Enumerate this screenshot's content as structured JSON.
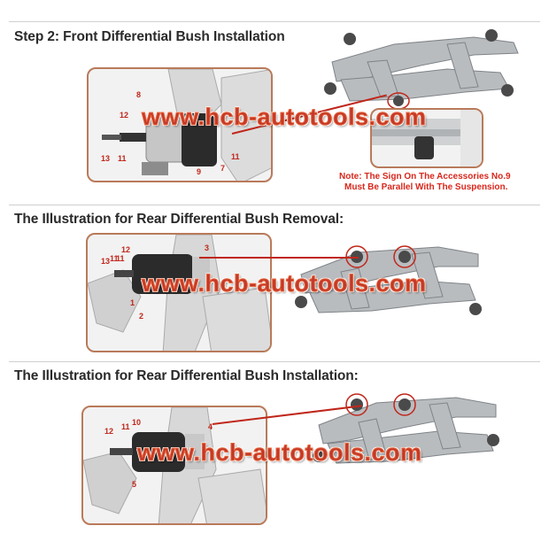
{
  "sections": [
    {
      "heading": "Step 2: Front Differential Bush Installation",
      "callouts": [
        "8",
        "12",
        "13",
        "11",
        "9",
        "7",
        "11"
      ],
      "note": {
        "line1": "Note: The Sign On The Accessories No.9",
        "line2": "Must Be Parallel With The Suspension."
      }
    },
    {
      "heading": "The Illustration for Rear Differential Bush Removal:",
      "callouts": [
        "12",
        "13",
        "11",
        "11",
        "3",
        "1",
        "2"
      ]
    },
    {
      "heading": "The Illustration for Rear Differential Bush Installation:",
      "callouts": [
        "12",
        "11",
        "10",
        "4",
        "5"
      ]
    }
  ],
  "watermark": "www.hcb-autotools.com",
  "colors": {
    "accent": "#c0271b",
    "frame": "#b97a5a",
    "metal": "#b9bcbf"
  }
}
